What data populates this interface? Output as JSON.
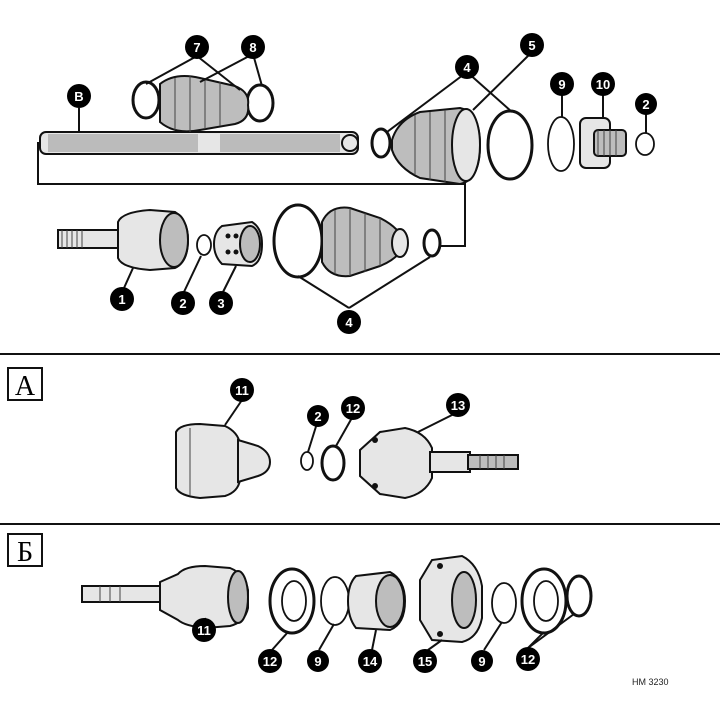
{
  "panels": [
    {
      "letter": ""
    },
    {
      "letter": "А"
    },
    {
      "letter": "Б"
    }
  ],
  "callouts": {
    "top": [
      {
        "label": "7"
      },
      {
        "label": "8"
      },
      {
        "label": "В"
      },
      {
        "label": "4"
      },
      {
        "label": "5"
      },
      {
        "label": "9"
      },
      {
        "label": "10"
      },
      {
        "label": "2"
      },
      {
        "label": "1"
      },
      {
        "label": "2"
      },
      {
        "label": "3"
      },
      {
        "label": "4"
      }
    ],
    "a": [
      {
        "label": "11"
      },
      {
        "label": "2"
      },
      {
        "label": "12"
      },
      {
        "label": "13"
      }
    ],
    "b": [
      {
        "label": "11"
      },
      {
        "label": "12"
      },
      {
        "label": "9"
      },
      {
        "label": "14"
      },
      {
        "label": "15"
      },
      {
        "label": "9"
      },
      {
        "label": "12"
      }
    ]
  },
  "footer_code": "HM 3230"
}
